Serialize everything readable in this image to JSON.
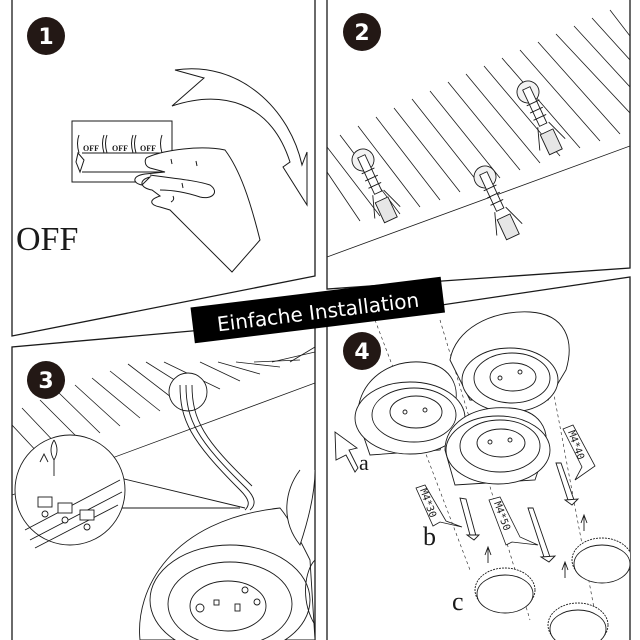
{
  "title": "Einfache Installation",
  "colors": {
    "ink": "#1a1a1a",
    "badge": "#231815",
    "background": "#ffffff",
    "fill_light": "#e6e6e6"
  },
  "steps": [
    {
      "number": "1",
      "caption": "OFF",
      "switch_labels": [
        "OFF",
        "OFF",
        "OFF"
      ],
      "icons": [
        "light-switch-icon",
        "hand-icon",
        "curved-arrow-icon"
      ]
    },
    {
      "number": "2",
      "icons": [
        "ceiling-hatch",
        "wall-anchor-icon",
        "wall-anchor-icon",
        "wall-anchor-icon"
      ]
    },
    {
      "number": "3",
      "icons": [
        "ceiling-hatch",
        "wire-icon",
        "terminal-block-detail-icon",
        "lamp-body-icon"
      ]
    },
    {
      "number": "4",
      "part_labels": {
        "a": "a",
        "b": "b",
        "c": "c"
      },
      "screws": [
        {
          "id": "m4x30",
          "label": "M4*30"
        },
        {
          "id": "m4x50",
          "label": "M4*50"
        },
        {
          "id": "m4x40",
          "label": "M4*40"
        }
      ],
      "icons": [
        "lamp-head-icon",
        "lamp-head-icon",
        "lamp-head-icon",
        "up-arrow-icon",
        "screw-icon",
        "led-module-icon"
      ]
    }
  ]
}
